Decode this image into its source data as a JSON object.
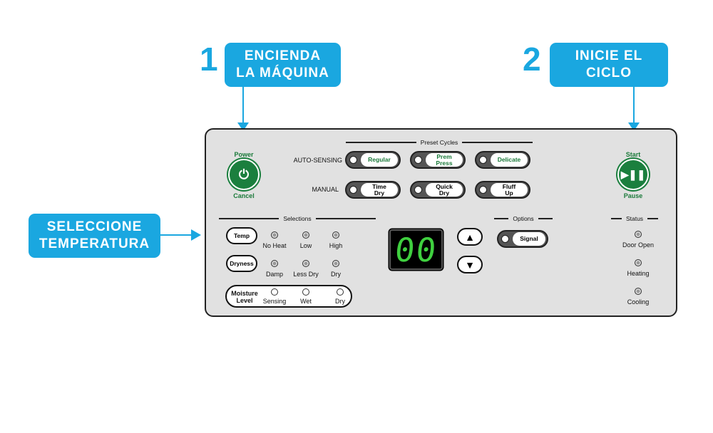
{
  "callouts": [
    {
      "number": "1",
      "line1": "ENCIENDA",
      "line2": "LA MÁQUINA"
    },
    {
      "number": "2",
      "line1": "INICIE EL",
      "line2": "CICLO"
    },
    {
      "line1": "SELECCIONE",
      "line2": "TEMPERATURA"
    }
  ],
  "power": {
    "top": "Power",
    "bottom": "Cancel",
    "icon": "power-icon"
  },
  "start": {
    "top": "Start",
    "bottom": "Pause",
    "icon": "play-pause-icon"
  },
  "preset": {
    "title": "Preset Cycles",
    "auto_label": "AUTO-SENSING",
    "manual_label": "MANUAL",
    "auto": [
      [
        "Regular"
      ],
      [
        "Prem",
        "Press"
      ],
      [
        "Delicate"
      ]
    ],
    "manual": [
      [
        "Time",
        "Dry"
      ],
      [
        "Quick",
        "Dry"
      ],
      [
        "Fluff",
        "Up"
      ]
    ]
  },
  "selections": {
    "title": "Selections",
    "temp": {
      "label": "Temp",
      "options": [
        "No Heat",
        "Low",
        "High"
      ]
    },
    "dryness": {
      "label": "Dryness",
      "options": [
        "Damp",
        "Less Dry",
        "Dry"
      ]
    },
    "moisture": {
      "label1": "Moisture",
      "label2": "Level",
      "options": [
        "Sensing",
        "Wet",
        "Dry"
      ]
    }
  },
  "display": {
    "value": "00",
    "color": "#3fd03f"
  },
  "options": {
    "title": "Options",
    "signal": "Signal"
  },
  "status": {
    "title": "Status",
    "items": [
      "Door Open",
      "Heating",
      "Cooling"
    ]
  },
  "colors": {
    "callout": "#1aa7e0",
    "green": "#1b7f3e"
  }
}
